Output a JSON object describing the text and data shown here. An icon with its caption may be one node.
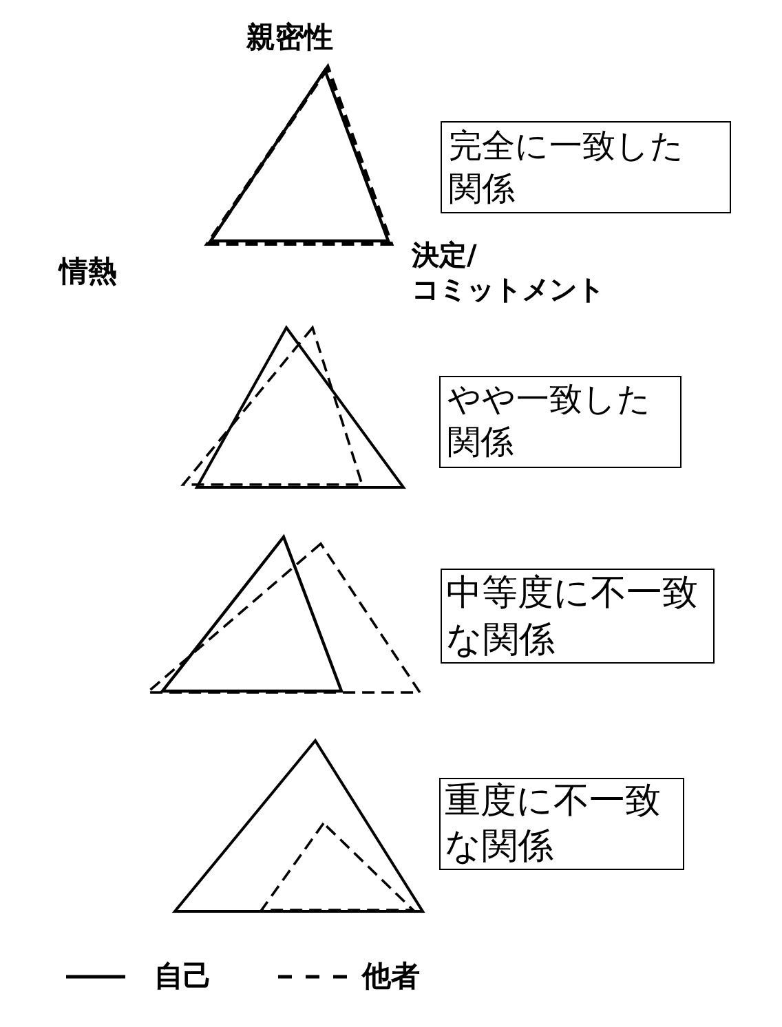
{
  "diagram": {
    "nodes": [
      {
        "text": [
          "完全に一致した関係"
        ]
      },
      {
        "text": [
          "やや一致した関係"
        ]
      },
      {
        "text": [
          "中等度に不一致な関係"
        ]
      },
      {
        "text": [
          "重度に不一致な関係"
        ]
      }
    ],
    "labels": [
      "親密性",
      "情熱",
      "決定/コミットメント"
    ],
    "legend": [
      {
        "text": "自己"
      },
      {
        "text": "他者"
      }
    ]
  }
}
